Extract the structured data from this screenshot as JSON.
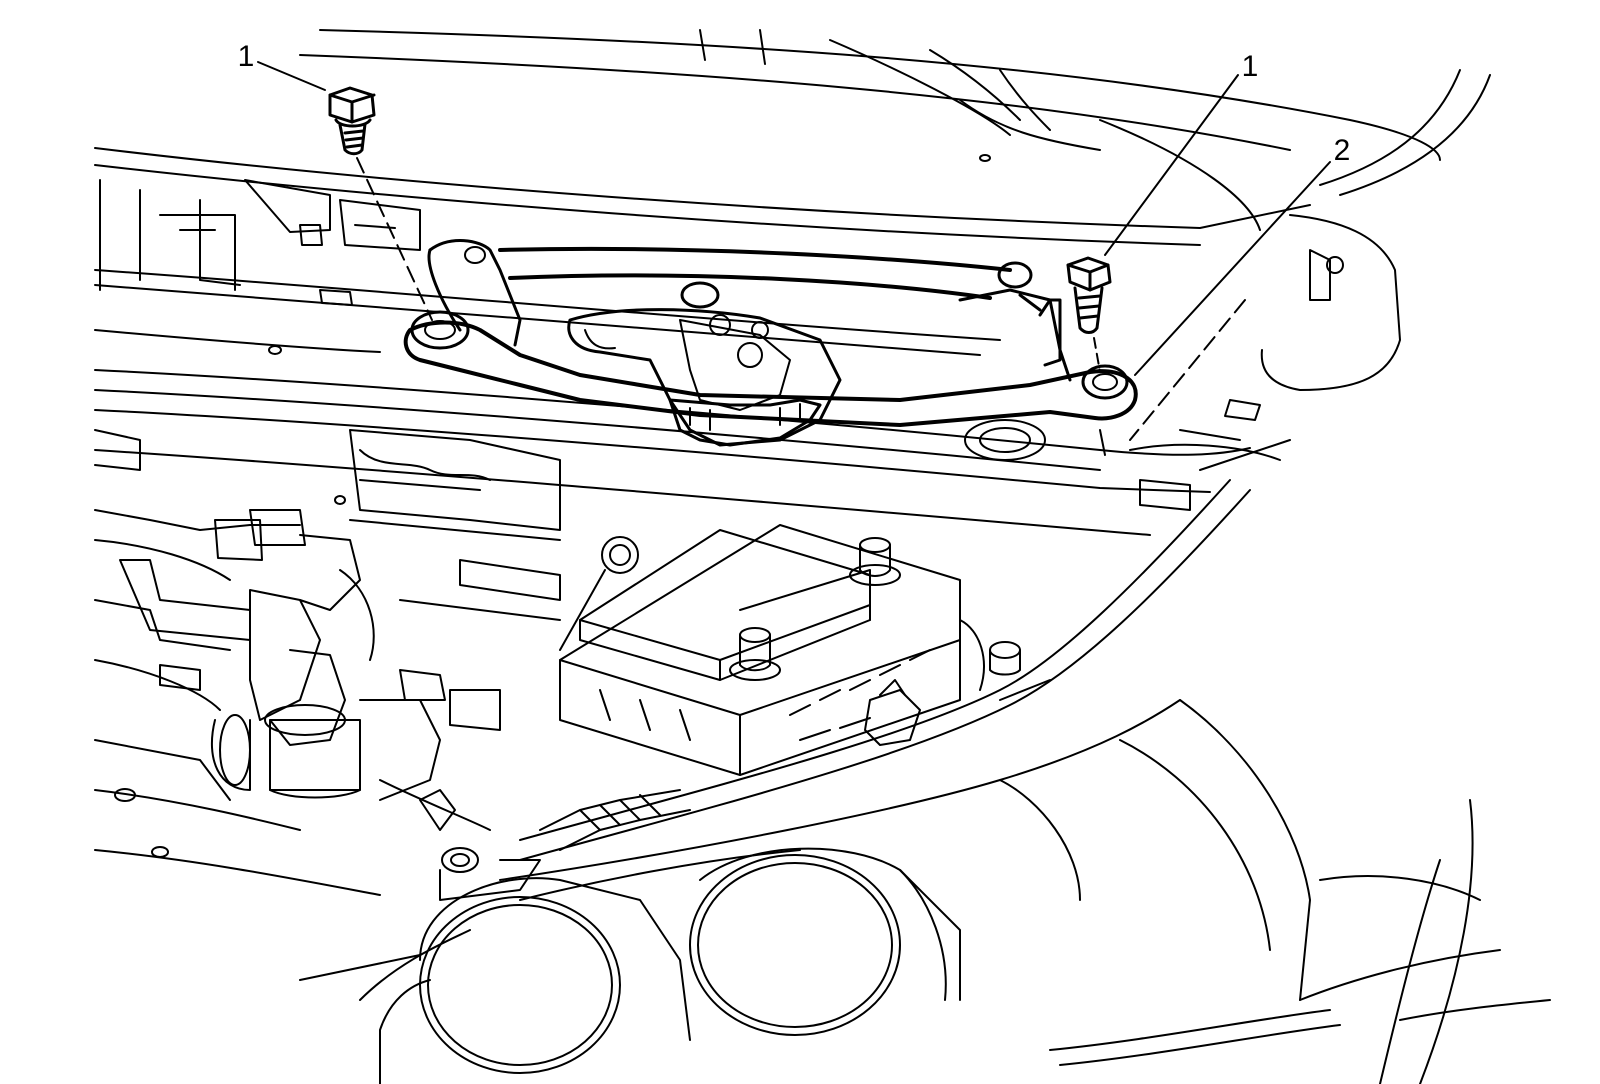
{
  "callouts": {
    "bolt_left": "1",
    "bolt_right": "1",
    "wiper_module": "2"
  },
  "colors": {
    "ink": "#000000",
    "paper": "#ffffff"
  }
}
